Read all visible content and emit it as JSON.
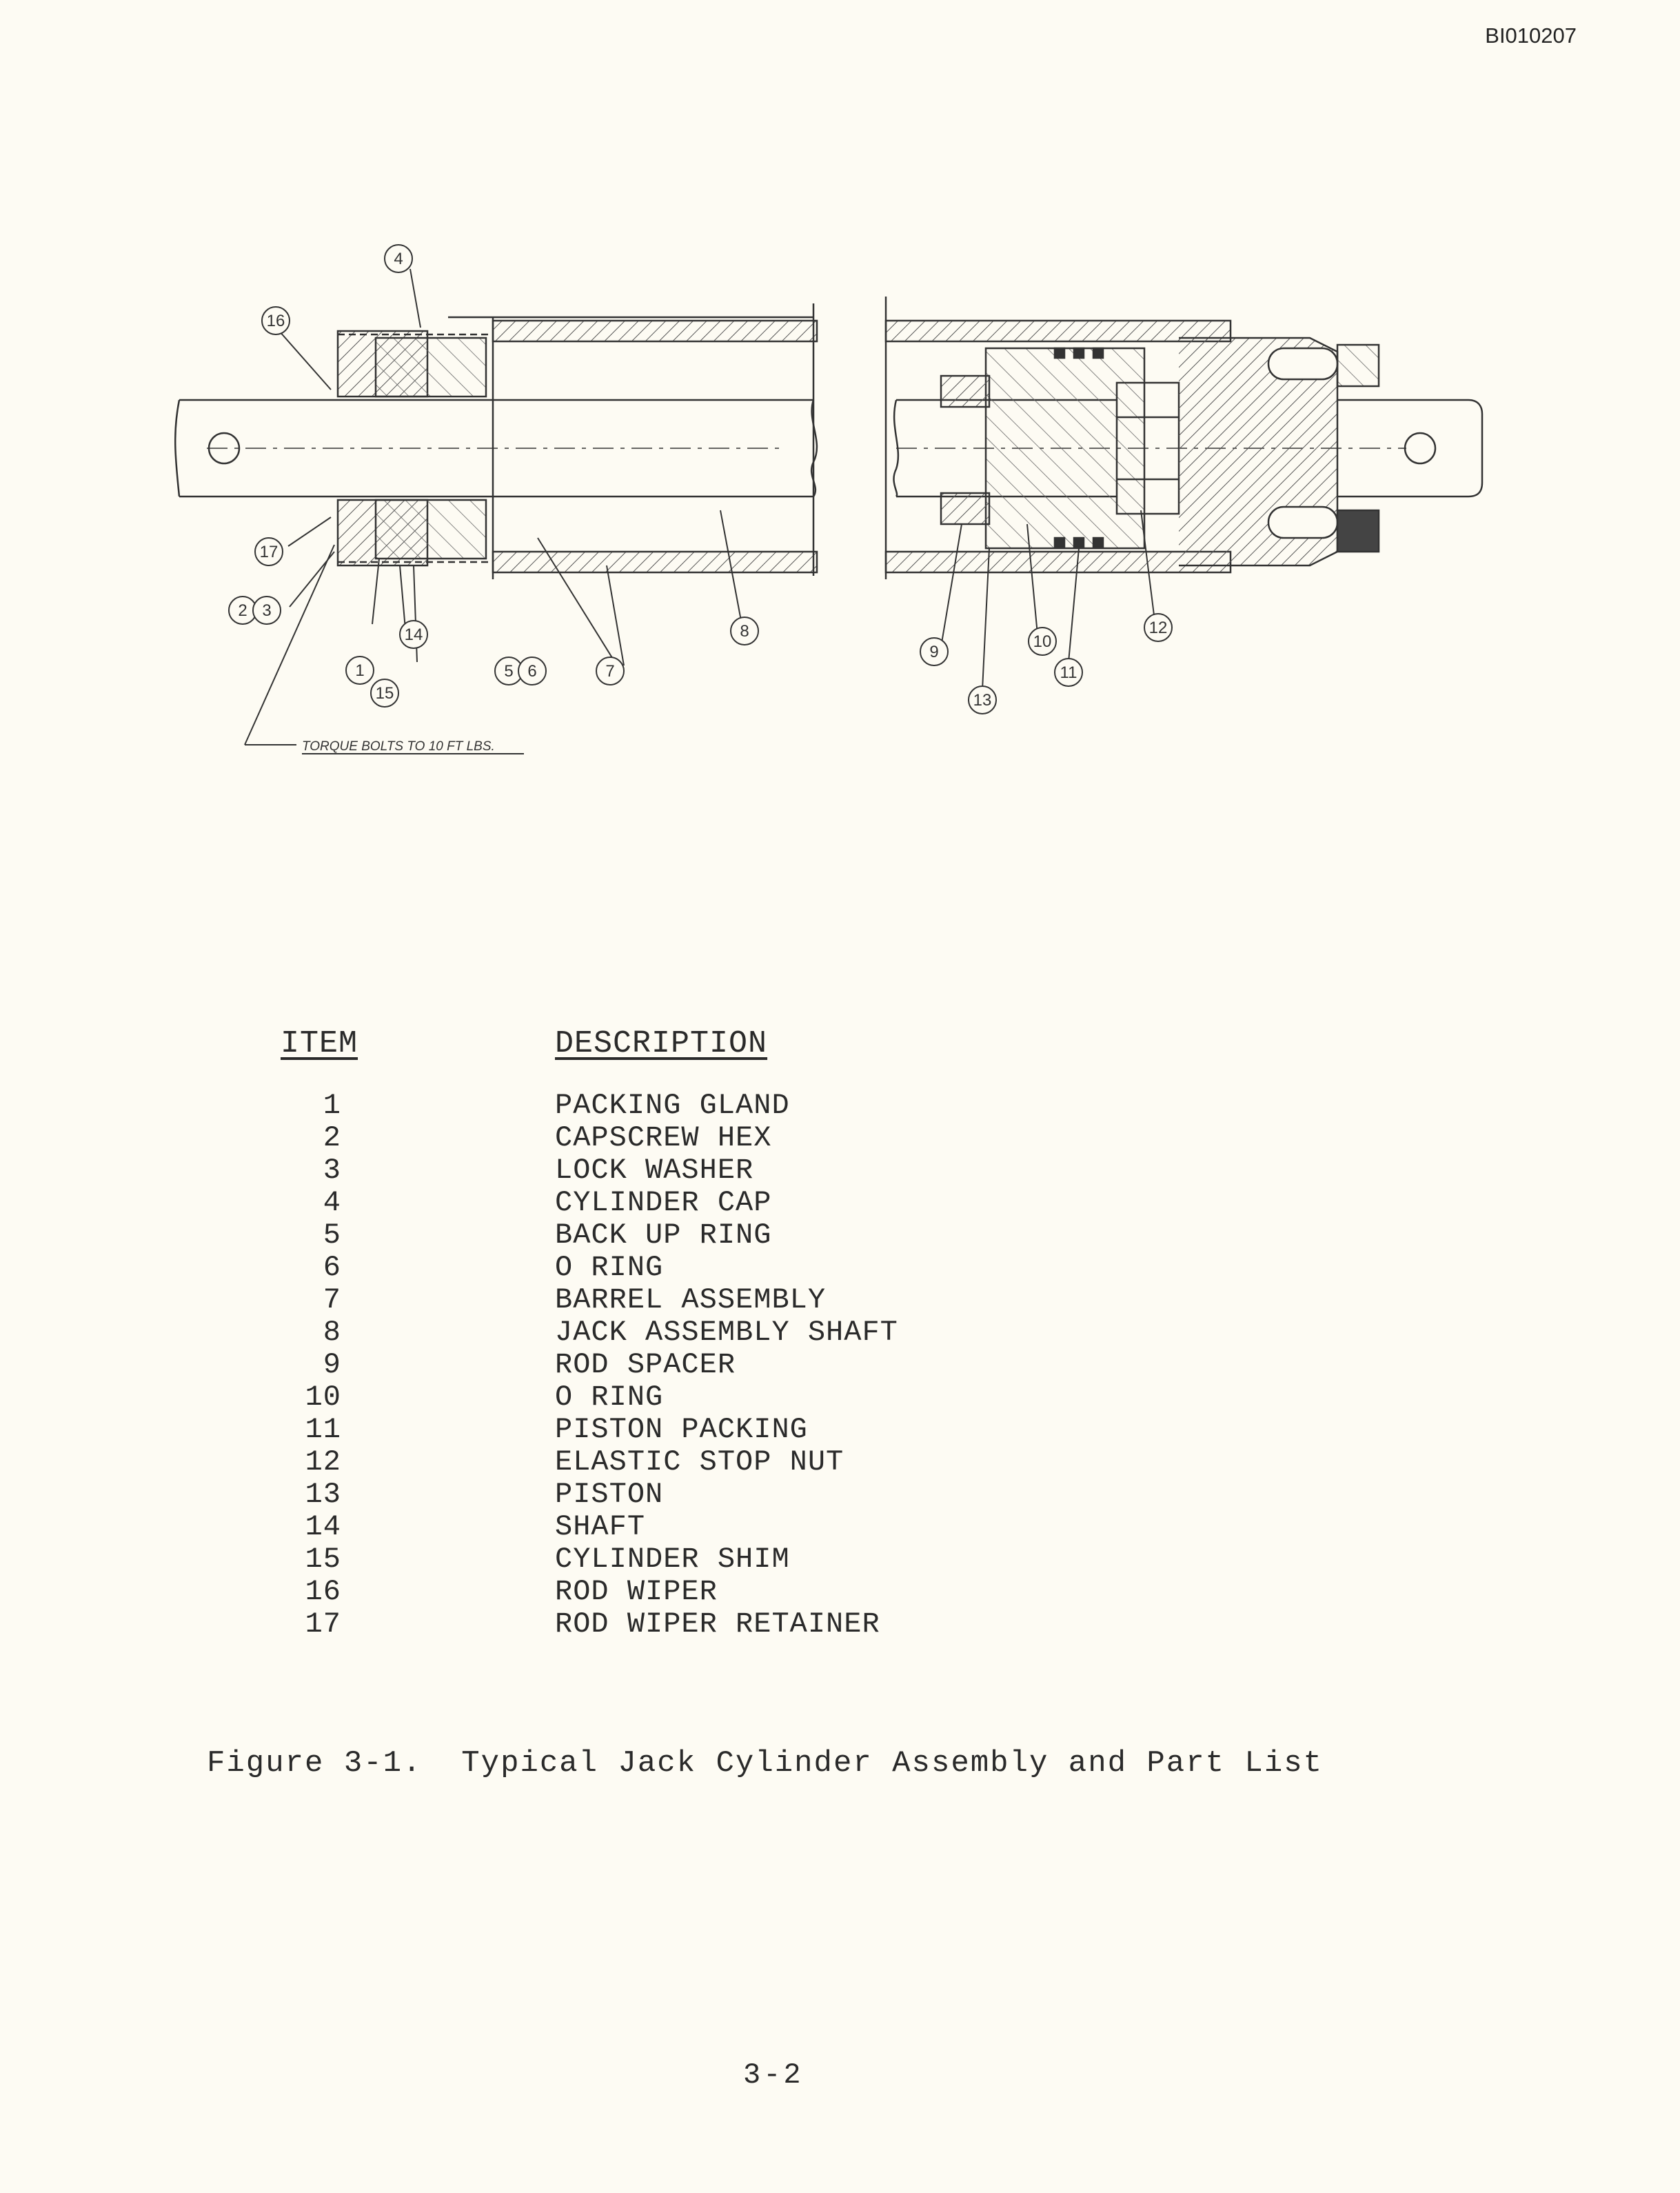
{
  "doc_id": "BI010207",
  "figure": {
    "callouts": [
      "4",
      "16",
      "17",
      "2",
      "3",
      "14",
      "1",
      "15",
      "5",
      "6",
      "7",
      "8",
      "9",
      "13",
      "10",
      "11",
      "12"
    ],
    "note": "TORQUE BOLTS TO 10 FT LBS."
  },
  "parts_table": {
    "header_item": "ITEM",
    "header_description": "DESCRIPTION",
    "rows": [
      {
        "item": "1",
        "description": "PACKING GLAND"
      },
      {
        "item": "2",
        "description": "CAPSCREW HEX"
      },
      {
        "item": "3",
        "description": "LOCK WASHER"
      },
      {
        "item": "4",
        "description": "CYLINDER CAP"
      },
      {
        "item": "5",
        "description": "BACK UP RING"
      },
      {
        "item": "6",
        "description": "O RING"
      },
      {
        "item": "7",
        "description": "BARREL ASSEMBLY"
      },
      {
        "item": "8",
        "description": "JACK ASSEMBLY SHAFT"
      },
      {
        "item": "9",
        "description": "ROD SPACER"
      },
      {
        "item": "10",
        "description": "O RING"
      },
      {
        "item": "11",
        "description": "PISTON PACKING"
      },
      {
        "item": "12",
        "description": "ELASTIC STOP NUT"
      },
      {
        "item": "13",
        "description": "PISTON"
      },
      {
        "item": "14",
        "description": "SHAFT"
      },
      {
        "item": "15",
        "description": "CYLINDER SHIM"
      },
      {
        "item": "16",
        "description": "ROD WIPER"
      },
      {
        "item": "17",
        "description": "ROD WIPER RETAINER"
      }
    ]
  },
  "caption": "Figure 3-1.  Typical Jack Cylinder Assembly and Part List",
  "page_number": "3-2"
}
